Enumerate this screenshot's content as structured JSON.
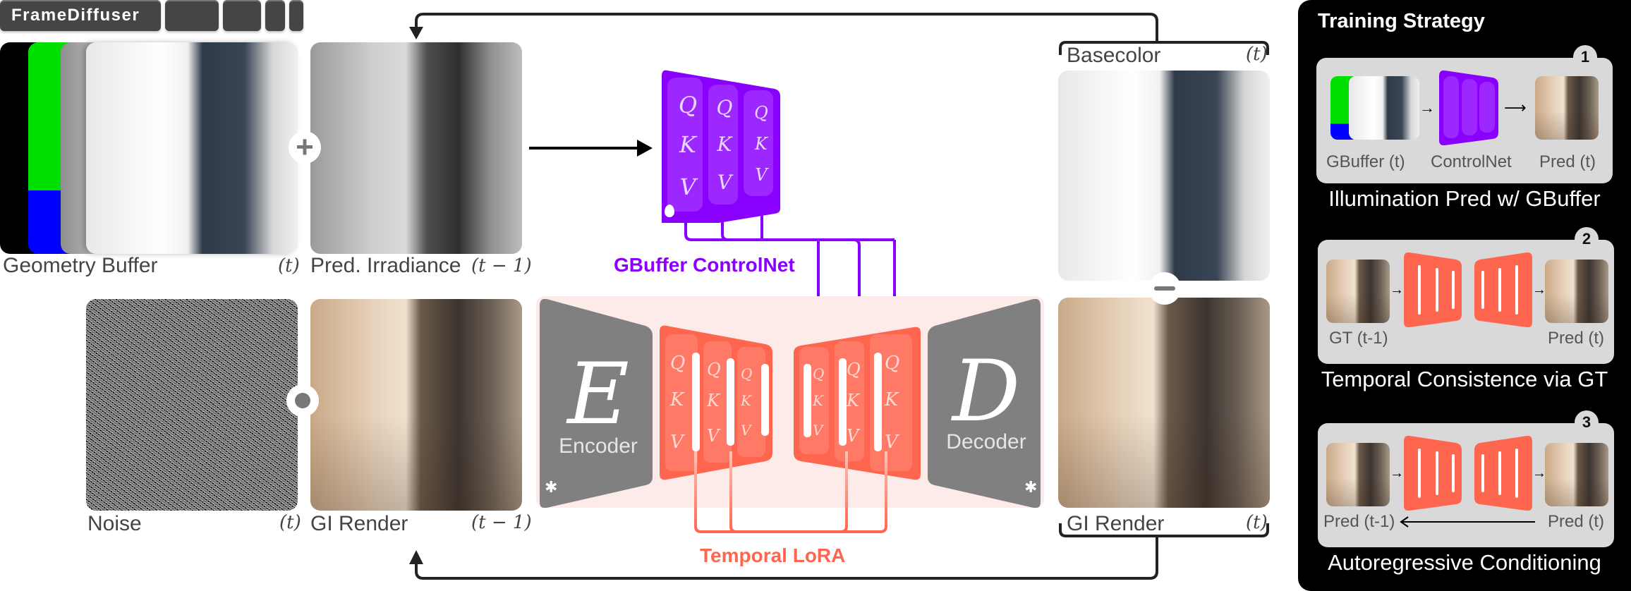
{
  "app": {
    "title": "FrameDiffuser"
  },
  "inputs": {
    "geometry_buffer": {
      "label": "Geometry Buffer",
      "time": "(t)"
    },
    "pred_irradiance": {
      "label": "Pred. Irradiance",
      "time": "(t − 1)"
    },
    "noise": {
      "label": "Noise",
      "time": "(t)"
    },
    "gi_render_prev": {
      "label": "GI Render",
      "time": "(t − 1)"
    }
  },
  "outputs": {
    "basecolor": {
      "label": "Basecolor",
      "time": "(t)"
    },
    "gi_render": {
      "label": "GI Render",
      "time": "(t)"
    }
  },
  "operators": {
    "plus": "+",
    "concat": "●",
    "minus": "−"
  },
  "controlnet": {
    "title": "GBuffer ControlNet",
    "columns": [
      {
        "q": "Q",
        "k": "K",
        "v": "V"
      },
      {
        "q": "Q",
        "k": "K",
        "v": "V"
      },
      {
        "q": "Q",
        "k": "K",
        "v": "V"
      }
    ],
    "trainable_icon": "flame-icon",
    "color": "#8a00ff"
  },
  "unet": {
    "encoder": {
      "letter": "E",
      "label": "Encoder",
      "frozen_icon": "snowflake-icon"
    },
    "decoder": {
      "letter": "D",
      "label": "Decoder",
      "frozen_icon": "snowflake-icon"
    },
    "down_columns": [
      {
        "q": "Q",
        "k": "K",
        "v": "V"
      },
      {
        "q": "Q",
        "k": "K",
        "v": "V"
      },
      {
        "q": "Q",
        "k": "K",
        "v": "V"
      }
    ],
    "up_columns": [
      {
        "q": "Q",
        "k": "K",
        "v": "V"
      },
      {
        "q": "Q",
        "k": "K",
        "v": "V"
      },
      {
        "q": "Q",
        "k": "K",
        "v": "V"
      }
    ],
    "lora_title": "Temporal LoRA",
    "color": "#ff6650"
  },
  "training": {
    "title": "Training Strategy",
    "stages": [
      {
        "num": "1",
        "caption": "Illumination Pred w/ GBuffer",
        "labels": [
          "GBuffer (t)",
          "ControlNet",
          "Pred (t)"
        ]
      },
      {
        "num": "2",
        "caption": "Temporal Consistence via GT",
        "labels": [
          "GT (t-1)",
          "Pred (t)"
        ]
      },
      {
        "num": "3",
        "caption": "Autoregressive Conditioning",
        "labels": [
          "Pred (t-1)",
          "Pred (t)"
        ]
      }
    ]
  }
}
